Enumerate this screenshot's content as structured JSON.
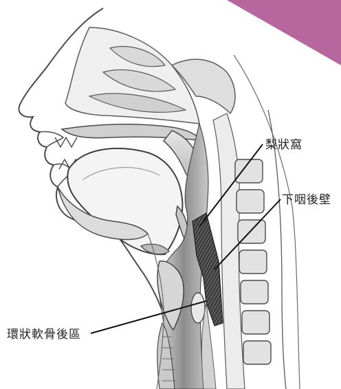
{
  "labels": {
    "pyriform_sinus": "梨狀窩",
    "posterior_pharyngeal_wall": "下咽後壁",
    "postcricoid_region": "環狀軟骨後區"
  },
  "colors": {
    "ink": "#4a4a4a",
    "shade": "#9a9a9a",
    "dark_region": "#3a3a3a",
    "corner_accent": "#b5679e",
    "leader_line": "#111111"
  }
}
